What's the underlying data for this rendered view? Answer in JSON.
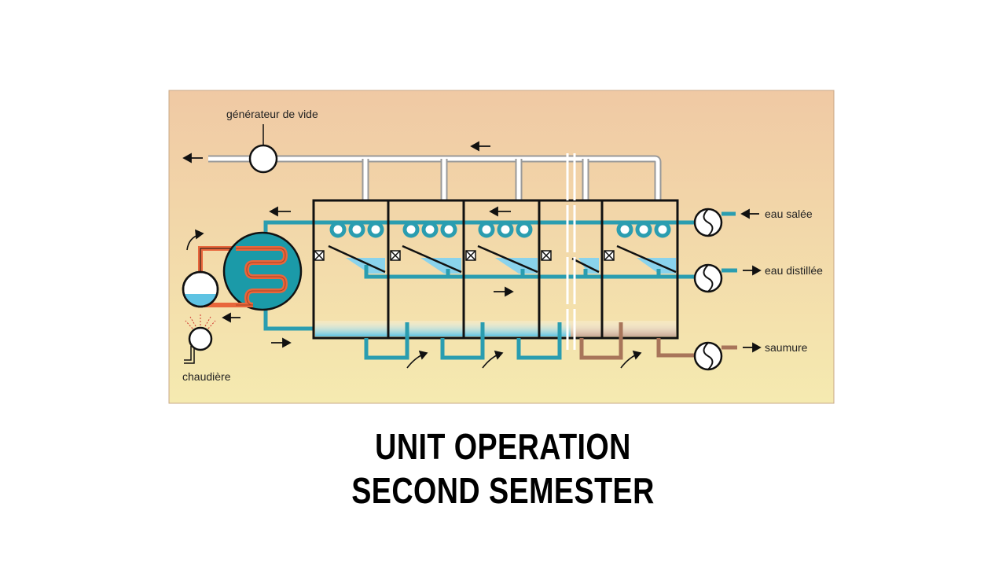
{
  "diagram": {
    "labels": {
      "vacuum_generator": "générateur de vide",
      "salt_water": "eau salée",
      "distilled_water": "eau distillée",
      "brine": "saumure",
      "boiler": "chaudière"
    },
    "stages": 5,
    "colors": {
      "background_top": "#f0c9a4",
      "background_bottom": "#f5eab0",
      "water_pipe": "#2a9db0",
      "hot_coil": "#e8663c",
      "brine_pipe": "#a8755a",
      "vessel_outline": "#111111",
      "heater_fill": "#1b9aa8",
      "liquid_light": "#9ad8ee"
    }
  },
  "caption": {
    "line1": "UNIT OPERATION",
    "line2": "SECOND SEMESTER"
  }
}
